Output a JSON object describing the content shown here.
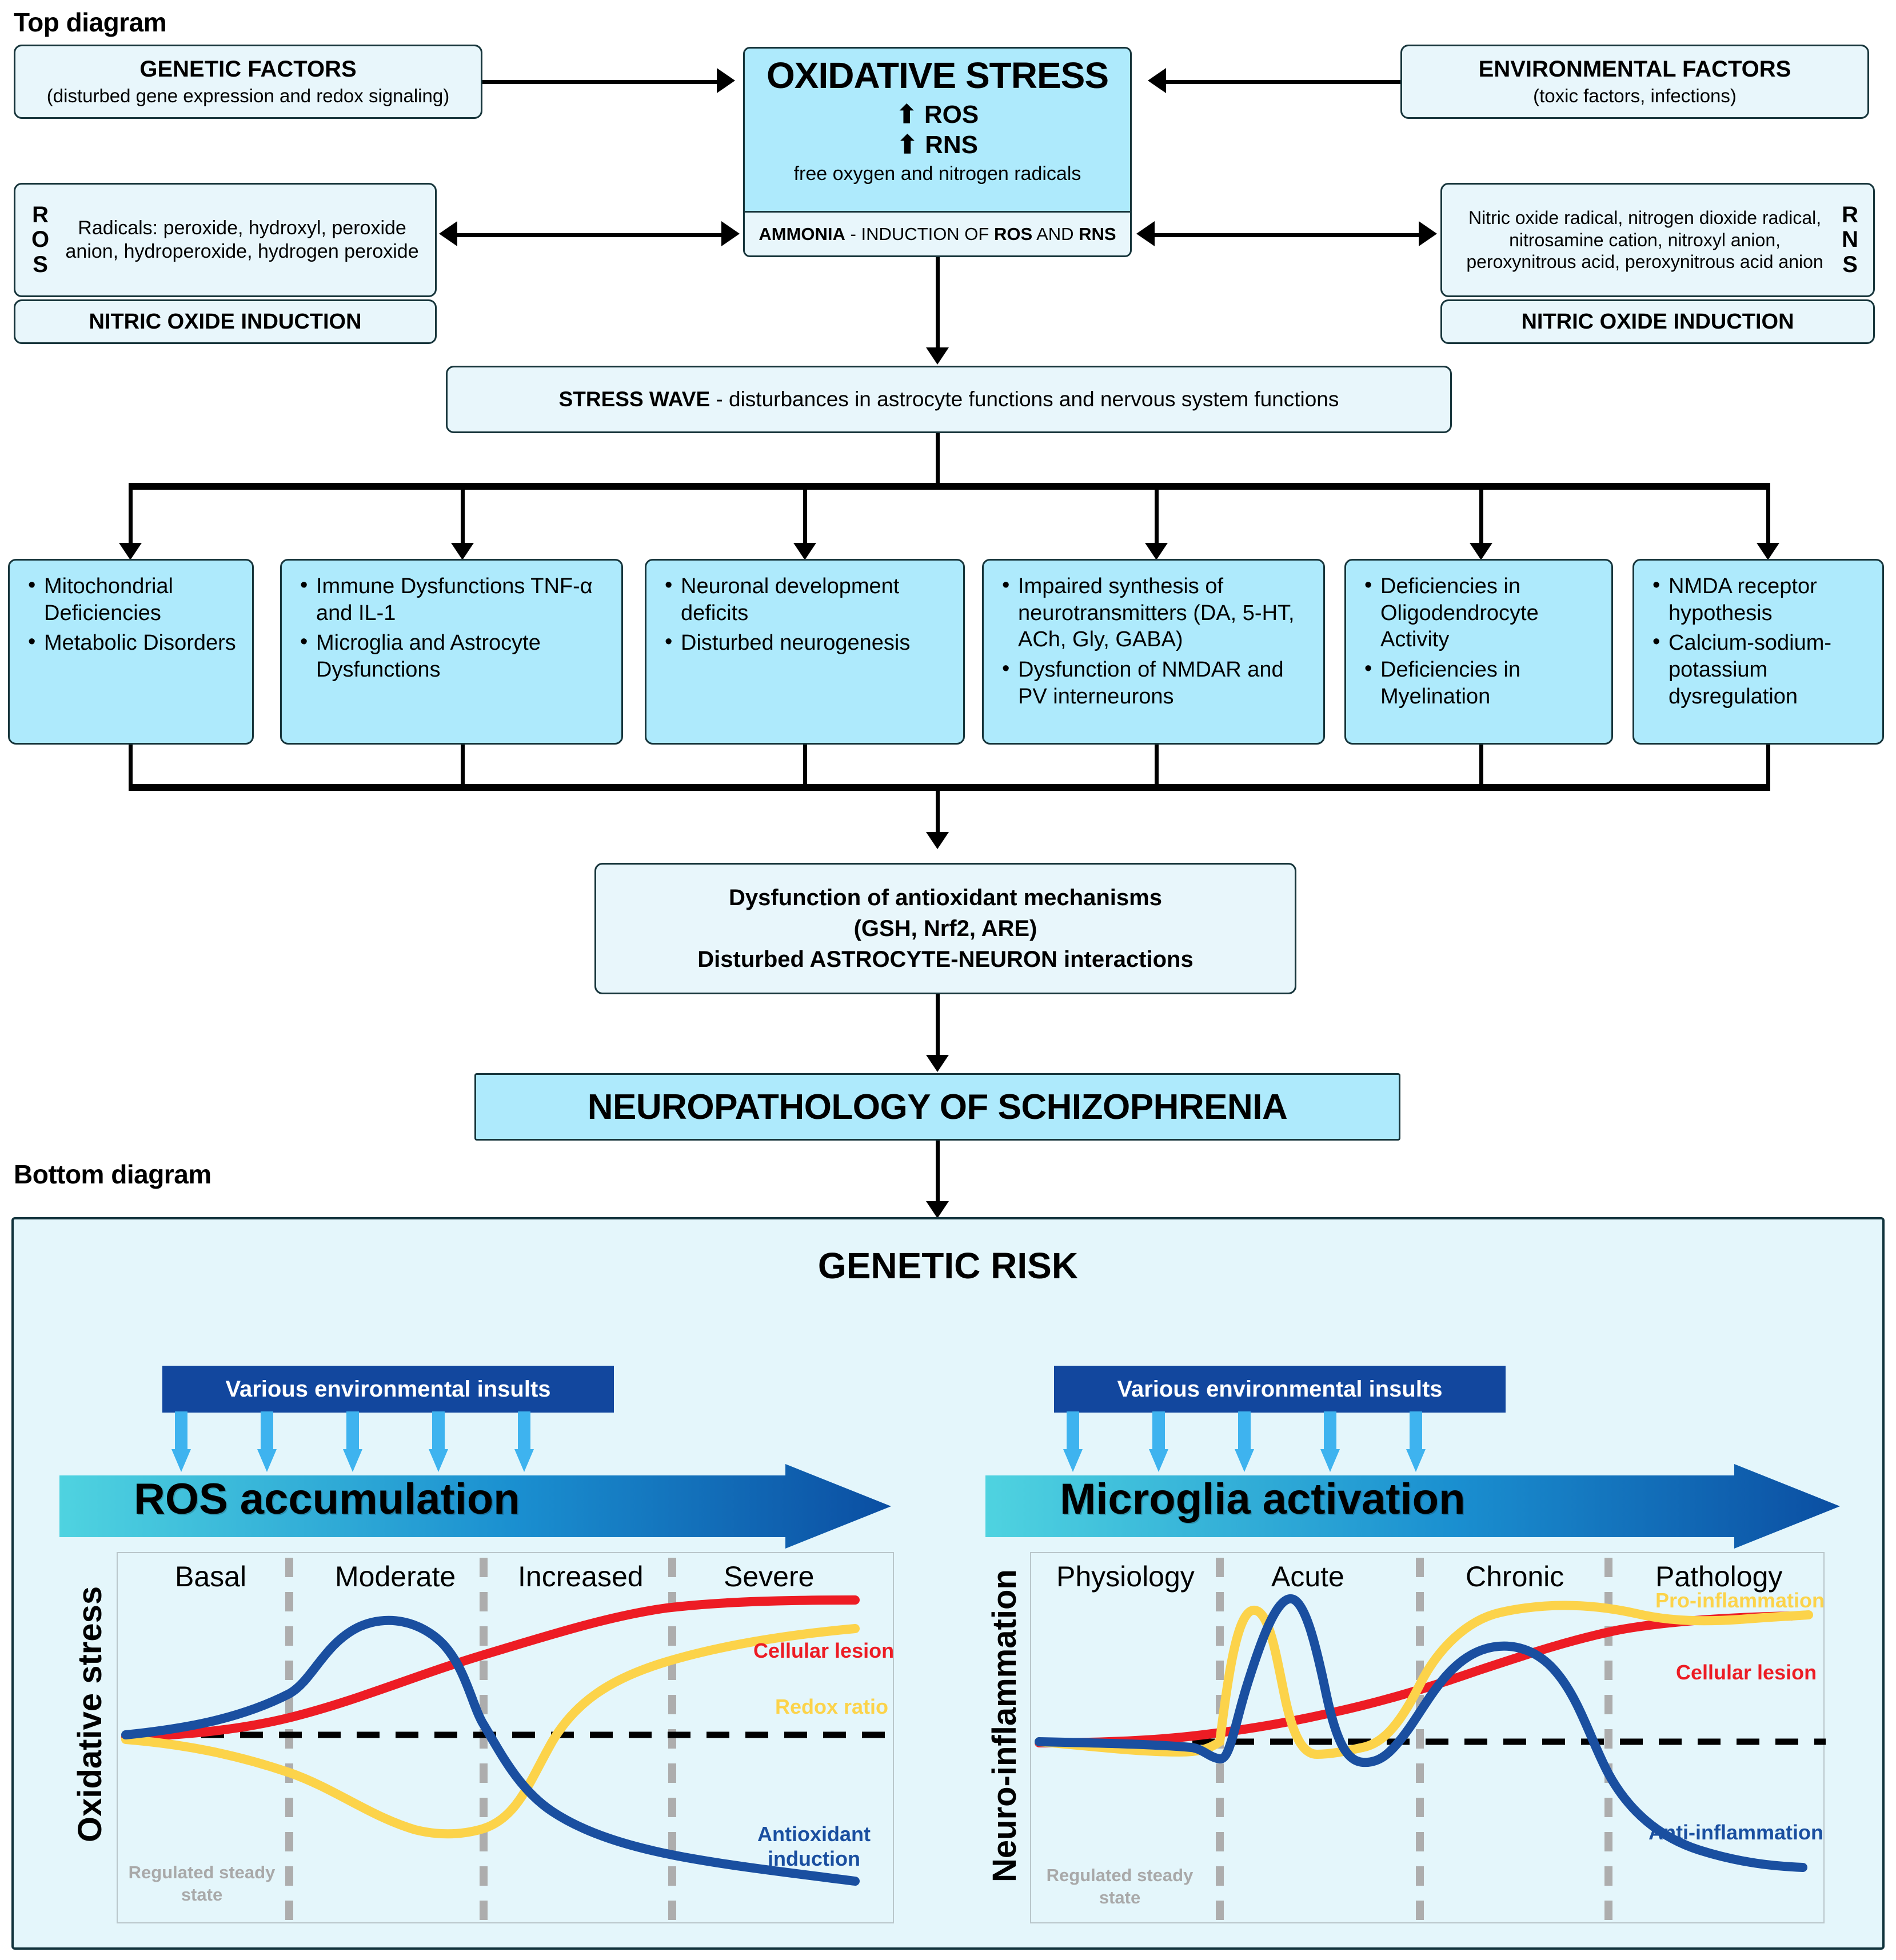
{
  "sections": {
    "top_caption": "Top diagram",
    "bottom_caption": "Bottom diagram"
  },
  "top_diagram": {
    "genetic_factors": {
      "title": "GENETIC FACTORS",
      "subtitle": "(disturbed gene expression and redox signaling)"
    },
    "environmental_factors": {
      "title": "ENVIRONMENTAL FACTORS",
      "subtitle": "(toxic factors, infections)"
    },
    "oxidative_stress": {
      "title": "OXIDATIVE STRESS",
      "ros_line": "ROS",
      "rns_line": "RNS",
      "caption": "free oxygen and nitrogen radicals",
      "ammonia_bold": "AMMONIA",
      "ammonia_rest": " - INDUCTION OF ",
      "ammonia_ros": "ROS",
      "ammonia_and": " AND ",
      "ammonia_rns": "RNS"
    },
    "ros_box": {
      "side_letters": [
        "R",
        "O",
        "S"
      ],
      "body": "Radicals: peroxide, hydroxyl, peroxide anion, hydroperoxide, hydrogen peroxide",
      "footer": "NITRIC OXIDE INDUCTION"
    },
    "rns_box": {
      "side_letters": [
        "R",
        "N",
        "S"
      ],
      "body": "Nitric oxide radical, nitrogen dioxide radical, nitrosamine cation, nitroxyl anion, peroxynitrous acid, peroxynitrous acid anion",
      "footer": "NITRIC OXIDE INDUCTION"
    },
    "stress_wave": {
      "bold": "STRESS WAVE",
      "rest": " - disturbances in astrocyte functions and nervous system functions"
    },
    "branches": [
      {
        "items": [
          "Mitochondrial Deficiencies",
          "Metabolic Disorders"
        ]
      },
      {
        "items": [
          "Immune Dysfunctions TNF-α and IL-1",
          "Microglia and Astrocyte Dysfunctions"
        ]
      },
      {
        "items": [
          "Neuronal development deficits",
          "Disturbed neurogenesis"
        ]
      },
      {
        "items": [
          "Impaired synthesis of neurotransmitters (DA, 5-HT, ACh, Gly, GABA)",
          "Dysfunction of NMDAR and PV interneurons"
        ]
      },
      {
        "items": [
          "Deficiencies in Oligodendrocyte Activity",
          "Deficiencies in Myelination"
        ]
      },
      {
        "items": [
          "NMDA receptor hypothesis",
          "Calcium-sodium-potassium dysregulation"
        ]
      }
    ],
    "antioxidant_dysfunction": {
      "line1": "Dysfunction of antioxidant mechanisms",
      "line2": "(GSH, Nrf2, ARE)",
      "line3": "Disturbed ASTROCYTE-NEURON interactions"
    },
    "neuropathology": "NEUROPATHOLOGY OF SCHIZOPHRENIA"
  },
  "bottom_diagram": {
    "title": "GENETIC RISK",
    "left": {
      "insults_label": "Various environmental insults",
      "arrow_label": "ROS accumulation",
      "axis_title": "Oxidative stress",
      "steady_state": "Regulated steady state",
      "phases": [
        "Basal",
        "Moderate",
        "Increased",
        "Severe"
      ],
      "curve_labels": [
        {
          "text": "Cellular lesion",
          "color": "#ed1c24"
        },
        {
          "text": "Redox ratio",
          "color": "#fcd34a"
        },
        {
          "text": "Antioxidant induction",
          "color": "#1a4fa0"
        }
      ]
    },
    "right": {
      "insults_label": "Various environmental insults",
      "arrow_label": "Microglia activation",
      "axis_title": "Neuro-inflammation",
      "steady_state": "Regulated steady state",
      "phases": [
        "Physiology",
        "Acute",
        "Chronic",
        "Pathology"
      ],
      "curve_labels": [
        {
          "text": "Pro-inflammation",
          "color": "#fcd34a"
        },
        {
          "text": "Cellular lesion",
          "color": "#ed1c24"
        },
        {
          "text": "Anti-inflammation",
          "color": "#1a4fa0"
        }
      ]
    }
  },
  "chart_data": [
    {
      "type": "line",
      "title": "ROS accumulation",
      "xlabel": "",
      "ylabel": "Oxidative stress",
      "categories": [
        "Basal",
        "Moderate",
        "Increased",
        "Severe"
      ],
      "baseline": 0,
      "baseline_label": "Regulated steady state",
      "grid": false,
      "legend": "inline-annotations",
      "xlim": [
        0,
        100
      ],
      "ylim": [
        -1,
        1
      ],
      "series": [
        {
          "name": "Antioxidant induction",
          "color": "#1a4fa0",
          "x": [
            0,
            8,
            16,
            22,
            26,
            32,
            38,
            44,
            50,
            56,
            62,
            68,
            74,
            80,
            88,
            100
          ],
          "y": [
            0.0,
            0.05,
            0.15,
            0.28,
            0.45,
            0.68,
            0.78,
            0.75,
            0.58,
            0.28,
            0.0,
            -0.28,
            -0.47,
            -0.6,
            -0.68,
            -0.76
          ]
        },
        {
          "name": "Cellular lesion",
          "color": "#ed1c24",
          "x": [
            0,
            10,
            20,
            30,
            40,
            50,
            58,
            66,
            74,
            82,
            90,
            100
          ],
          "y": [
            0.0,
            0.04,
            0.12,
            0.2,
            0.3,
            0.42,
            0.55,
            0.68,
            0.76,
            0.82,
            0.85,
            0.86
          ]
        },
        {
          "name": "Redox ratio",
          "color": "#fcd34a",
          "x": [
            0,
            8,
            16,
            24,
            32,
            40,
            48,
            54,
            60,
            66,
            72,
            80,
            88,
            100
          ],
          "y": [
            0.0,
            -0.05,
            -0.14,
            -0.3,
            -0.45,
            -0.55,
            -0.58,
            -0.55,
            -0.38,
            -0.1,
            0.22,
            0.42,
            0.55,
            0.65
          ]
        }
      ]
    },
    {
      "type": "line",
      "title": "Microglia activation",
      "xlabel": "",
      "ylabel": "Neuro-inflammation",
      "categories": [
        "Physiology",
        "Acute",
        "Chronic",
        "Pathology"
      ],
      "baseline": 0,
      "baseline_label": "Regulated steady state",
      "grid": false,
      "legend": "inline-annotations",
      "xlim": [
        0,
        100
      ],
      "ylim": [
        -1,
        1
      ],
      "series": [
        {
          "name": "Pro-inflammation",
          "color": "#fcd34a",
          "x": [
            0,
            10,
            18,
            24,
            28,
            31,
            34,
            38,
            42,
            46,
            50,
            54,
            58,
            62,
            68,
            74,
            80,
            86,
            92,
            100
          ],
          "y": [
            0.0,
            -0.04,
            -0.06,
            -0.05,
            0.0,
            0.55,
            0.72,
            0.4,
            -0.04,
            -0.12,
            0.12,
            0.6,
            0.74,
            0.78,
            0.8,
            0.78,
            0.68,
            0.64,
            0.66,
            0.68
          ]
        },
        {
          "name": "Anti-inflammation",
          "color": "#1a4fa0",
          "x": [
            0,
            10,
            18,
            24,
            27,
            30,
            34,
            38,
            42,
            46,
            50,
            55,
            60,
            65,
            70,
            76,
            82,
            88,
            94,
            100
          ],
          "y": [
            0.0,
            -0.01,
            -0.02,
            -0.12,
            -0.14,
            -0.05,
            0.58,
            0.86,
            0.5,
            -0.1,
            -0.14,
            0.25,
            0.6,
            0.66,
            0.55,
            0.2,
            -0.22,
            -0.46,
            -0.56,
            -0.6
          ]
        },
        {
          "name": "Cellular lesion",
          "color": "#ed1c24",
          "x": [
            0,
            12,
            22,
            30,
            38,
            46,
            54,
            62,
            70,
            78,
            86,
            94,
            100
          ],
          "y": [
            0.0,
            0.0,
            0.03,
            0.08,
            0.14,
            0.2,
            0.28,
            0.38,
            0.5,
            0.6,
            0.66,
            0.69,
            0.7
          ]
        }
      ]
    }
  ],
  "colors": {
    "box_fill_light": "#e8f6fb",
    "box_fill_cyan": "#aeeafc",
    "box_border": "#17353b",
    "panel_fill": "#e4f6fb",
    "insult_blue": "#12479e",
    "arrow_start": "#4fd3e0",
    "arrow_end": "#0b4ea2",
    "red": "#ed1c24",
    "yellow": "#fcd34a",
    "blue": "#1a4fa0",
    "dash_gray": "#adadad"
  }
}
